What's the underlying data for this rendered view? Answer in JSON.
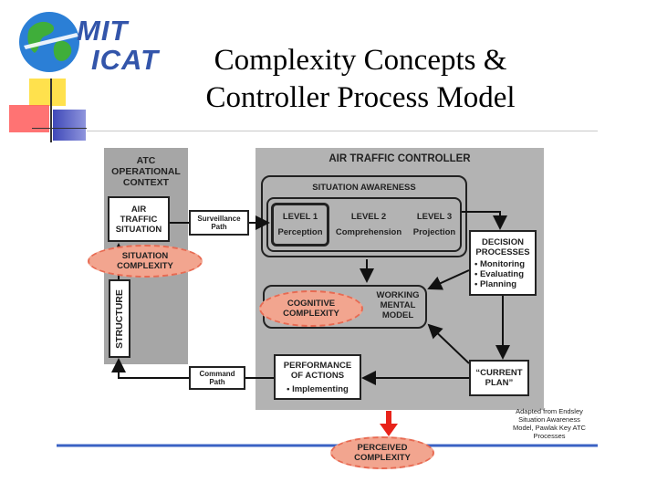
{
  "title_line1": "Complexity Concepts &",
  "title_line2": "Controller Process Model",
  "logo": {
    "line1": "MIT",
    "line2": "ICAT"
  },
  "colors": {
    "context_panel": "#a6a6a6",
    "controller_panel": "#b3b3b3",
    "cloud_fill": "#f2a58f",
    "cloud_border": "#e86a52",
    "baseline": "#3a62c4",
    "red_arrow": "#e8231a",
    "accent_yellow": "#ffe14d",
    "accent_red": "#ff4a4a",
    "accent_blue": "#3f49b8"
  },
  "diagram": {
    "context_title": "ATC\nOPERATIONAL\nCONTEXT",
    "air_traffic_situation": "AIR\nTRAFFIC\nSITUATION",
    "situation_complexity": "SITUATION\nCOMPLEXITY",
    "structure": "STRUCTURE",
    "surveillance_path": "Surveillance\nPath",
    "command_path": "Command\nPath",
    "controller_title": "AIR TRAFFIC CONTROLLER",
    "situation_awareness": "SITUATION AWARENESS",
    "level1": "LEVEL 1",
    "level2": "LEVEL 2",
    "level3": "LEVEL 3",
    "perception": "Perception",
    "comprehension": "Comprehension",
    "projection": "Projection",
    "decision_title": "DECISION\nPROCESSES",
    "decision_items": "• Monitoring\n• Evaluating\n• Planning",
    "cognitive_complexity": "COGNITIVE\nCOMPLEXITY",
    "working_mental_model": "WORKING\nMENTAL\nMODEL",
    "performance_title": "PERFORMANCE\nOF ACTIONS",
    "performance_item": "• Implementing",
    "current_plan": "“CURRENT\nPLAN”",
    "perceived_complexity": "PERCEIVED\nCOMPLEXITY",
    "adapted_note": "Adapted from Endsley\nSituation Awareness\nModel, Pawlak Key ATC\nProcesses"
  }
}
